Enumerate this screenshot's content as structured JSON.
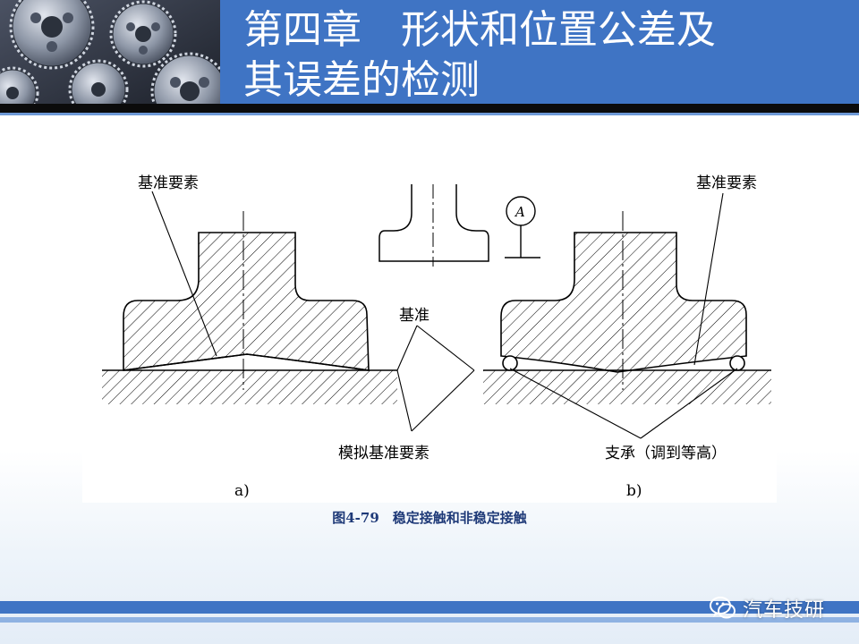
{
  "slide": {
    "title_line1": "第四章　形状和位置公差及",
    "title_line2": "其误差的检测"
  },
  "figure": {
    "label_datum_element_left": "基准要素",
    "label_datum_element_right": "基准要素",
    "label_datum": "基准",
    "label_simulated_datum_element": "模拟基准要素",
    "label_support": "支承（调到等高）",
    "label_indicator": "A",
    "label_sub_a": "a)",
    "label_sub_b": "b)",
    "caption": "图4-79　稳定接触和非稳定接触"
  },
  "watermark": {
    "text": "汽车技研"
  },
  "colors": {
    "title_band": "#3f74c4",
    "caption": "#1f3a78",
    "footer_band": "#3f74c4"
  }
}
